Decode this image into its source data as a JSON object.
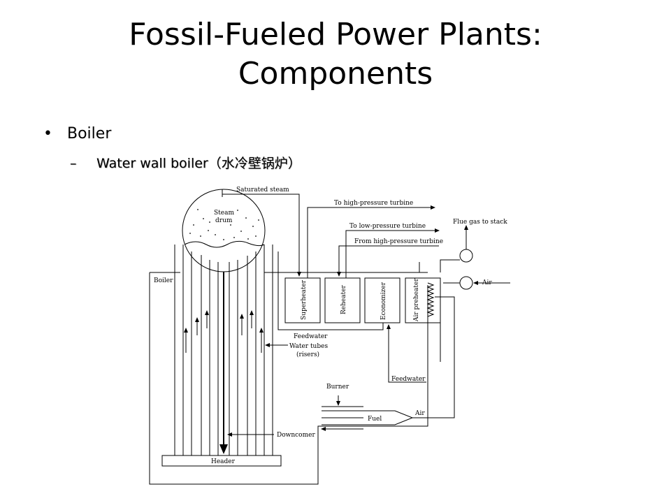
{
  "slide": {
    "title_line1": "Fossil-Fueled Power Plants:",
    "title_line2": "Components",
    "bullet": "Boiler",
    "sub_bullet_dash": "–",
    "sub_bullet": "Water wall boiler（水冷壁锅炉）"
  },
  "diagram": {
    "labels": {
      "saturated_steam": "Saturated steam",
      "to_hp_turbine": "To high-pressure turbine",
      "to_lp_turbine": "To low-pressure turbine",
      "from_hp_turbine": "From high-pressure turbine",
      "flue_gas": "Flue gas to stack",
      "air_top": "Air",
      "steam_drum_1": "Steam",
      "steam_drum_2": "drum",
      "boiler": "Boiler",
      "superheater": "Superheater",
      "reheater": "Reheater",
      "economizer": "Economizer",
      "air_preheater": "Air preheater",
      "feedwater_1": "Feedwater",
      "water_tubes_1": "Water tubes",
      "water_tubes_2": "(risers)",
      "burner": "Burner",
      "feedwater_2": "Feedwater",
      "fuel": "Fuel",
      "air_bottom": "Air",
      "downcomer": "Downcomer",
      "header": "Header"
    }
  }
}
